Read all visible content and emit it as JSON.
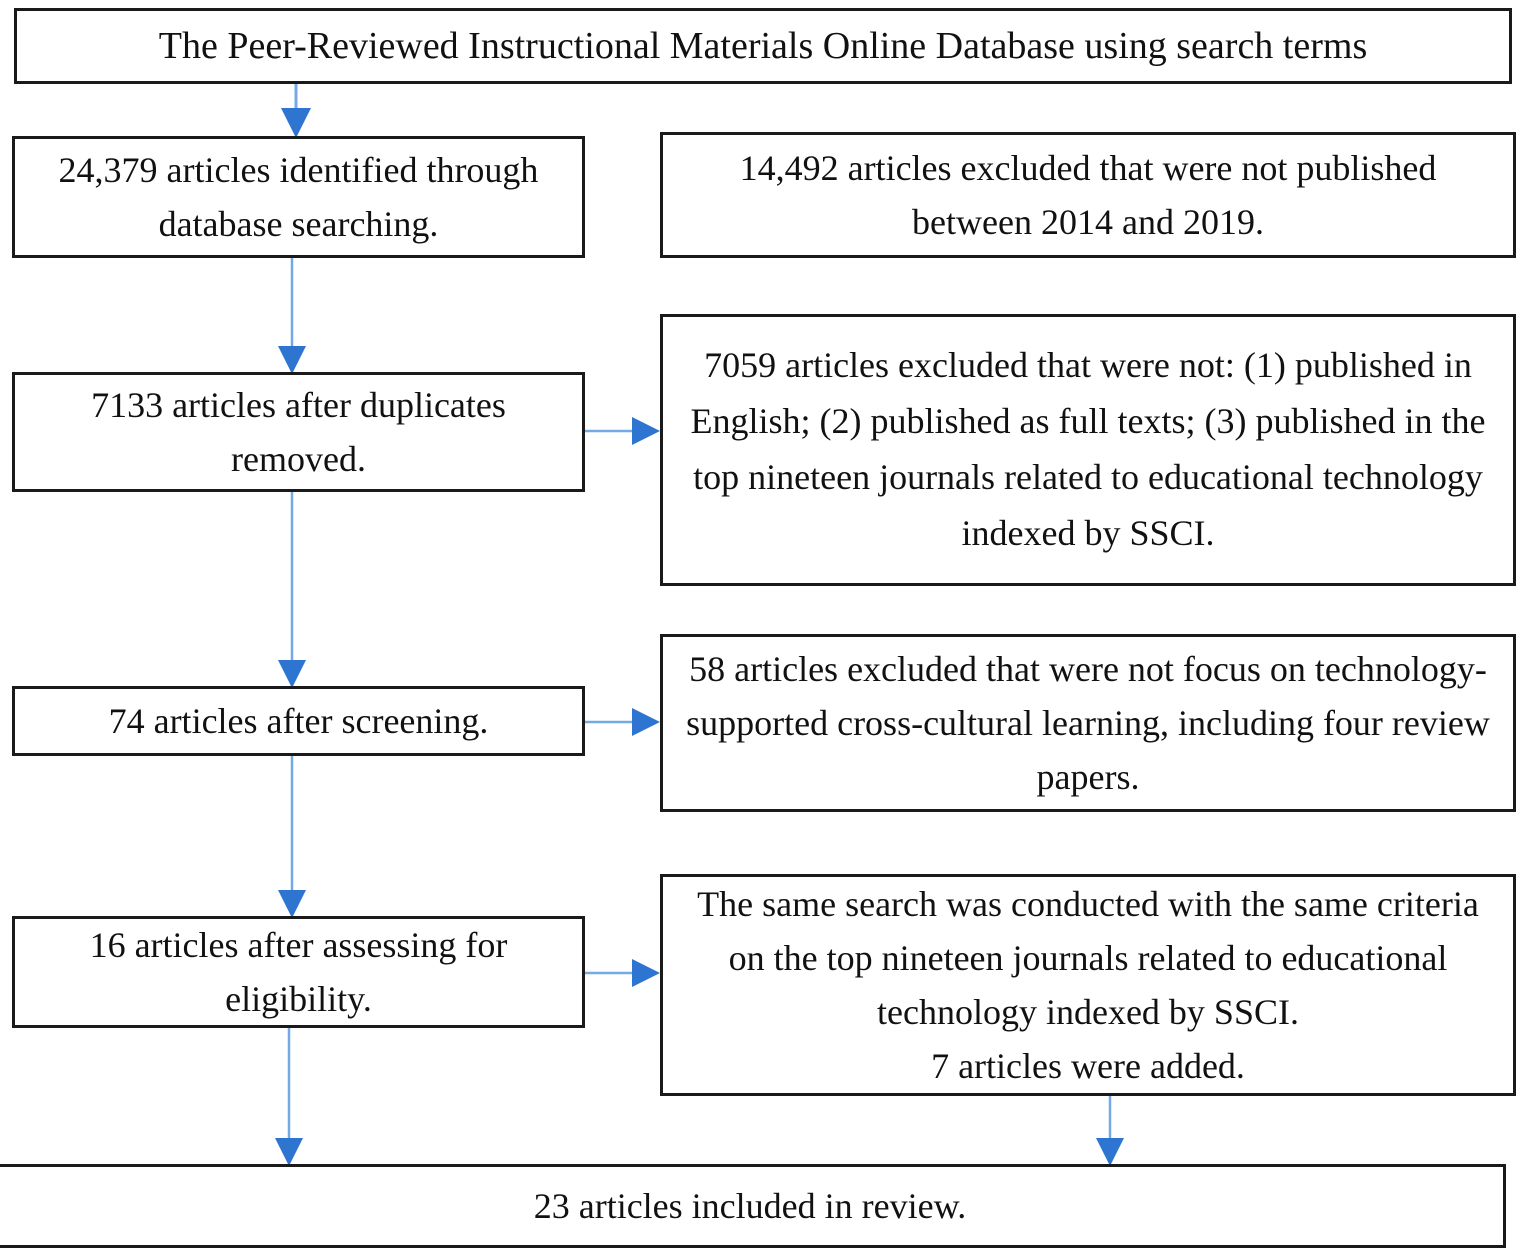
{
  "flowchart": {
    "top": {
      "text": "The Peer-Reviewed Instructional Materials Online Database using search terms"
    },
    "left_column": [
      {
        "text": "24,379 articles identified through database searching."
      },
      {
        "text": "7133  articles after duplicates removed."
      },
      {
        "text": "74 articles after screening."
      },
      {
        "text": "16 articles after assessing for eligibility."
      }
    ],
    "right_column": [
      {
        "text": "14,492 articles excluded that were not published between 2014 and 2019."
      },
      {
        "text": "7059  articles excluded that were not: (1) published in English; (2) published as full texts; (3) published in the top nineteen journals related to educational technology indexed by SSCI."
      },
      {
        "text": "58 articles excluded that were not focus on technology-supported cross-cultural learning, including four review papers."
      },
      {
        "text": "The same search was conducted with the same criteria on the top nineteen journals related to educational technology indexed by SSCI.\n7 articles were added."
      }
    ],
    "bottom": {
      "text": "23 articles included in review."
    },
    "colors": {
      "arrow_line": "#74a9e6",
      "arrow_head": "#2e75d2",
      "box_border": "#1a1a1a"
    }
  }
}
